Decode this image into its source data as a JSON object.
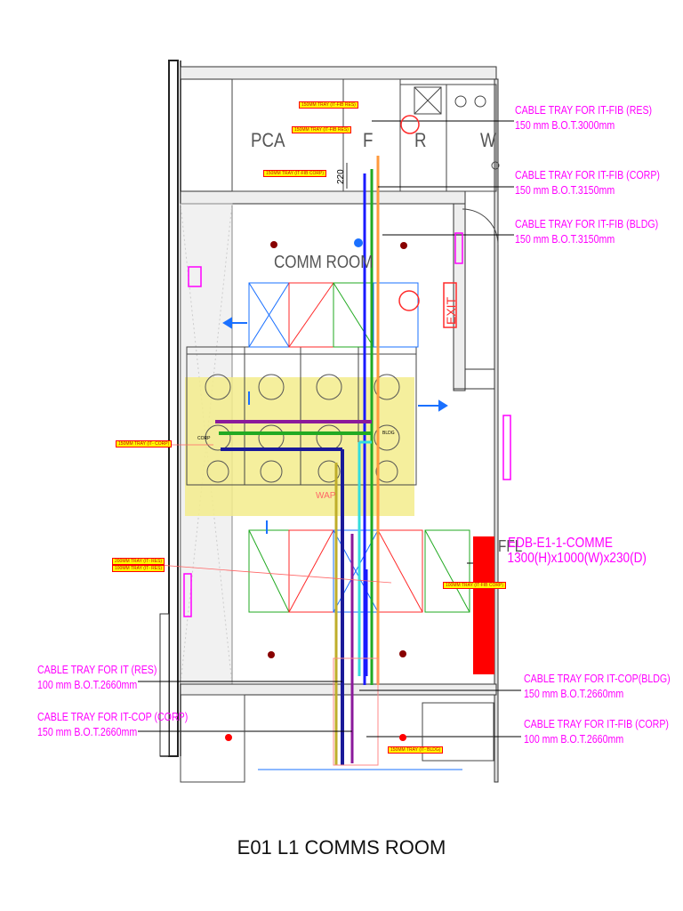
{
  "drawing_title": "E01 L1 COMMS ROOM",
  "room_labels": {
    "pca": "PCA",
    "f": "F",
    "r": "R",
    "w": "W",
    "comm_room": "COMM ROOM",
    "ffl": "FFL"
  },
  "dimension": "220",
  "exit_sign": "EXIT",
  "wap": "WAP",
  "rack_labels": {
    "corp": "CORP",
    "bldg": "BLDG"
  },
  "callouts_right": [
    {
      "title": "CABLE TRAY FOR IT-FIB (RES)",
      "spec": "150 mm   B.O.T.3000mm"
    },
    {
      "title": "CABLE TRAY FOR IT-FIB (CORP)",
      "spec": "150 mm   B.O.T.3150mm"
    },
    {
      "title": "CABLE TRAY FOR IT-FIB (BLDG)",
      "spec": "150 mm   B.O.T.3150mm"
    },
    {
      "title": "CABLE TRAY FOR IT-COP(BLDG)",
      "spec": "150 mm   B.O.T.2660mm"
    },
    {
      "title": "CABLE TRAY FOR IT-FIB (CORP)",
      "spec": "100 mm   B.O.T.2660mm"
    }
  ],
  "callouts_left": [
    {
      "title": "CABLE TRAY FOR IT (RES)",
      "spec": "100 mm   B.O.T.2660mm"
    },
    {
      "title": "CABLE TRAY FOR IT-COP (CORP)",
      "spec": "150 mm   B.O.T.2660mm"
    }
  ],
  "edb": {
    "name": "EDB-E1-1-COMME",
    "size": "1300(H)x1000(W)x230(D)"
  },
  "small_tags": [
    "150MM TRAY (IT-FIB RES)",
    "150MM TRAY (IT-FIB RES)",
    "150MM TRAY (IT-FIB CORP)",
    "150MM TRAY (IT- CORP)",
    "200MM TRAY (IT- RES)",
    "100MM TRAY (IT- RES)",
    "100MM TRAY (IT-FIB CORP)",
    "150MM TRAY (IT- BLDG)"
  ],
  "colors": {
    "annotation": "#ff00ff",
    "tray_green": "#22aa22",
    "tray_blue": "#1a1aff",
    "tray_purple": "#8b1a9b",
    "tray_orange": "#ff9a3c",
    "tray_cyan": "#33dddd",
    "tray_navy": "#1a1a99",
    "tray_olive": "#bfae2a",
    "highlight_zone": "#f3ec8c",
    "edb_panel": "#ff0000"
  }
}
